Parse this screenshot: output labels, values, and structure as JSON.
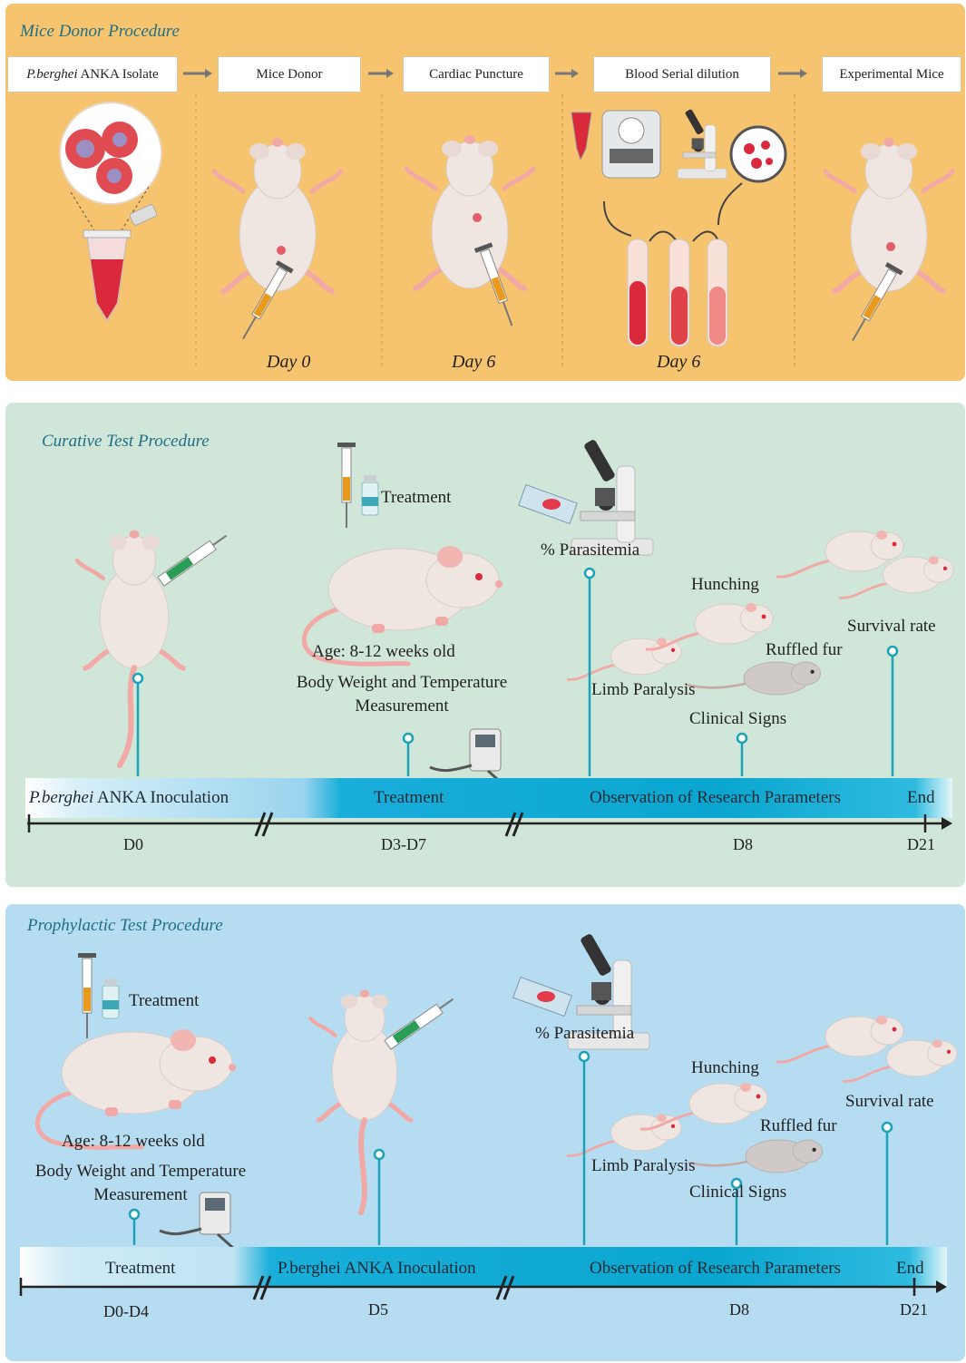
{
  "donor": {
    "title": "Mice Donor Procedure",
    "steps": [
      {
        "name_italic": "P.berghei",
        "name_rest": " ANKA Isolate"
      },
      {
        "label": "Mice Donor"
      },
      {
        "label": "Cardiac Puncture"
      },
      {
        "label": "Blood Serial dilution"
      },
      {
        "label": "Experimental Mice"
      }
    ],
    "days": [
      "Day 0",
      "Day 6",
      "Day 6"
    ]
  },
  "curative": {
    "title": "Curative Test Procedure",
    "treatment": "Treatment",
    "age": "Age: 8-12 weeks old",
    "body_weight_line1": "Body Weight and Temperature",
    "body_weight_line2": "Measurement",
    "parasitemia": "% Parasitemia",
    "hunching": "Hunching",
    "ruffled_fur": "Ruffled fur",
    "limb_paralysis": "Limb Paralysis",
    "clinical_signs": "Clinical Signs",
    "survival_rate": "Survival rate",
    "timeline": {
      "seg1_italic": "P.berghei",
      "seg1_rest": " ANKA Inoculation",
      "seg2": "Treatment",
      "seg3": "Observation of Research Parameters",
      "end": "End",
      "ticks": [
        "D0",
        "D3-D7",
        "D8",
        "D21"
      ]
    }
  },
  "prophylactic": {
    "title": "Prophylactic Test Procedure",
    "treatment": "Treatment",
    "age": "Age: 8-12 weeks old",
    "body_weight_line1": "Body Weight and Temperature",
    "body_weight_line2": "Measurement",
    "parasitemia": "% Parasitemia",
    "hunching": "Hunching",
    "ruffled_fur": "Ruffled fur",
    "limb_paralysis": "Limb Paralysis",
    "clinical_signs": "Clinical Signs",
    "survival_rate": "Survival rate",
    "timeline": {
      "seg1": "Treatment",
      "seg2": "P.berghei ANKA Inoculation",
      "seg3": "Observation of Research Parameters",
      "end": "End",
      "ticks": [
        "D0-D4",
        "D5",
        "D8",
        "D21"
      ]
    }
  },
  "colors": {
    "donor_bg": "#f6c46e",
    "curative_bg": "#cfe6d8",
    "prophylactic_bg": "#b6dcf2",
    "timeline_blue": "#0aa6d0",
    "pin_teal": "#1aa3b8",
    "blood_red": "#d9293a",
    "mouse_fill": "#efe6e1",
    "mouse_pink": "#f2a8a5"
  }
}
